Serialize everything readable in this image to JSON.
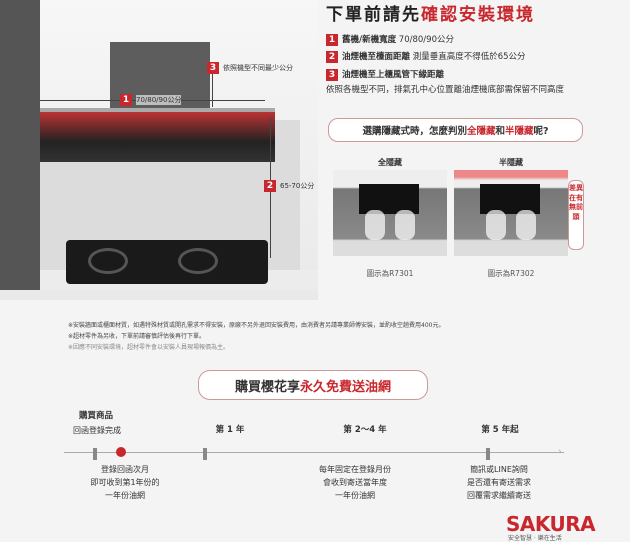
{
  "diagram": {
    "label1": "70/80/90公分",
    "label2": "65-70公分",
    "label3": "依照機型不同最少公分",
    "n1": "1",
    "n2": "2",
    "n3": "3"
  },
  "header": {
    "title_plain": "下單前請先",
    "title_red": "確認安裝環境"
  },
  "checks": [
    {
      "n": "1",
      "bold": "舊機/新機寬度",
      "rest": " 70/80/90公分"
    },
    {
      "n": "2",
      "bold": "油煙機至檯面距離",
      "rest": " 測量垂直高度不得低於65公分"
    },
    {
      "n": "3",
      "bold": "油煙機至上櫃風管下緣距離",
      "rest": ""
    }
  ],
  "paragraph": "依照各機型不同，排氣孔中心位置離油煙機底部需保留不同高度",
  "question": {
    "a": "選購隱藏式時，怎麼判別",
    "b": "全隱藏",
    "c": "和",
    "d": "半隱藏",
    "e": "呢?"
  },
  "compare": [
    {
      "title": "全隱藏",
      "caption": "圖示為R7301"
    },
    {
      "title": "半隱藏",
      "caption": "圖示為R7302"
    }
  ],
  "difference_note": "差異在有無前頭",
  "notes": [
    "※安裝牆面或櫃面材質，如遇特殊材質或開孔需求不得安裝，原廠不另外退回安裝費用，由消費者另請專業師傅安裝，並酌收空趟費用400元。",
    "※超材零件為另收，下單前請審慎評估後再行下單。",
    "※因應不同安裝環境，超材零件會以安裝人員現場報價為主。"
  ],
  "banner": {
    "plain": "購買櫻花享",
    "red": "永久免費送油網"
  },
  "timeline": {
    "start_title": "購買商品",
    "start_sub": "回函登錄完成",
    "year1": "第 1 年",
    "year2": "第 2～4 年",
    "year5": "第 5 年起",
    "desc1": [
      "登錄回函次月",
      "即可收到第1年份的",
      "一年份油網"
    ],
    "desc2": [
      "每年固定在登錄月份",
      "會收到寄送當年度",
      "一年份油網"
    ],
    "desc3": [
      "簡訊或LINE詢問",
      "是否還有寄送需求",
      "回覆需求繼續寄送"
    ]
  },
  "brand": {
    "logo": "SAKURA",
    "slogan": "安全智慧 · 樂在生活"
  },
  "colors": {
    "accent": "#c8282d"
  }
}
